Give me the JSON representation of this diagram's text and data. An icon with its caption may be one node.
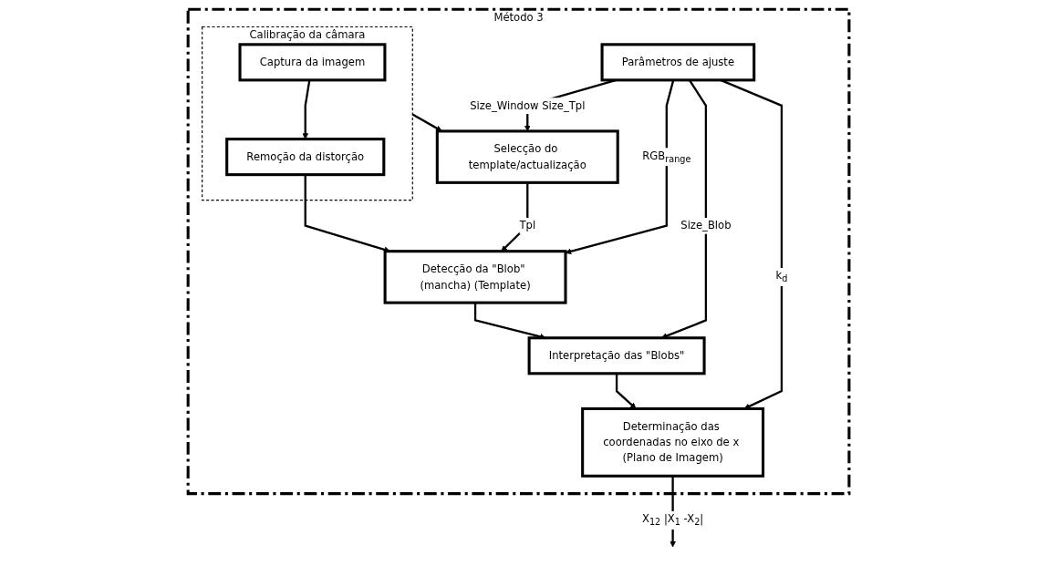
{
  "diagram": {
    "nodes": [
      {
        "text": [
          "Método 3"
        ]
      },
      {
        "text": [
          "Calibração da câmara"
        ],
        "in": 0
      },
      {
        "text": [
          "Captura da imagem"
        ],
        "in": 1
      },
      {
        "text": [
          "Remoção da distorção"
        ],
        "in": 1
      },
      {
        "text": [
          "Selecção do template/actualização"
        ],
        "in": 0
      },
      {
        "text": [
          "Parâmetros de ajuste"
        ],
        "in": 0
      },
      {
        "text": [
          "Detecção da \"Blob\" (mancha) (Template)"
        ],
        "in": 0
      },
      {
        "text": [
          "Interpretação das \"Blobs\""
        ],
        "in": 0
      },
      {
        "text": [
          "Determinação das coordenadas no eixo de x (Plano de Imagem)"
        ],
        "in": 0
      }
    ],
    "edges": [
      {
        "from": 2,
        "to": 3,
        "arrow": "to"
      },
      {
        "from": 3,
        "to": 6,
        "arrow": "to"
      },
      {
        "from": 4,
        "to": 6,
        "arrow": "to",
        "label": "Tpl"
      },
      {
        "from": 5,
        "to": 6,
        "arrow": "to",
        "label": "RGB$_{range}$"
      },
      {
        "from": 1,
        "to": 4,
        "arrow": "to"
      },
      {
        "from": 5,
        "to": 4,
        "arrow": "to",
        "label": "Size_Window Size_Tpl"
      },
      {
        "from": 6,
        "to": 7,
        "arrow": "to"
      },
      {
        "from": 5,
        "to": 7,
        "arrow": "to",
        "label": "Size_Blob"
      },
      {
        "from": 7,
        "to": 8,
        "arrow": "to"
      },
      {
        "from": 5,
        "to": 8,
        "arrow": "to",
        "label": "k$_{d}$"
      },
      {
        "from": 8,
        "to": null,
        "arrow": "to",
        "label": "X$_{12}$ |X$_{1}$ -X$_{2}$|"
      }
    ]
  }
}
